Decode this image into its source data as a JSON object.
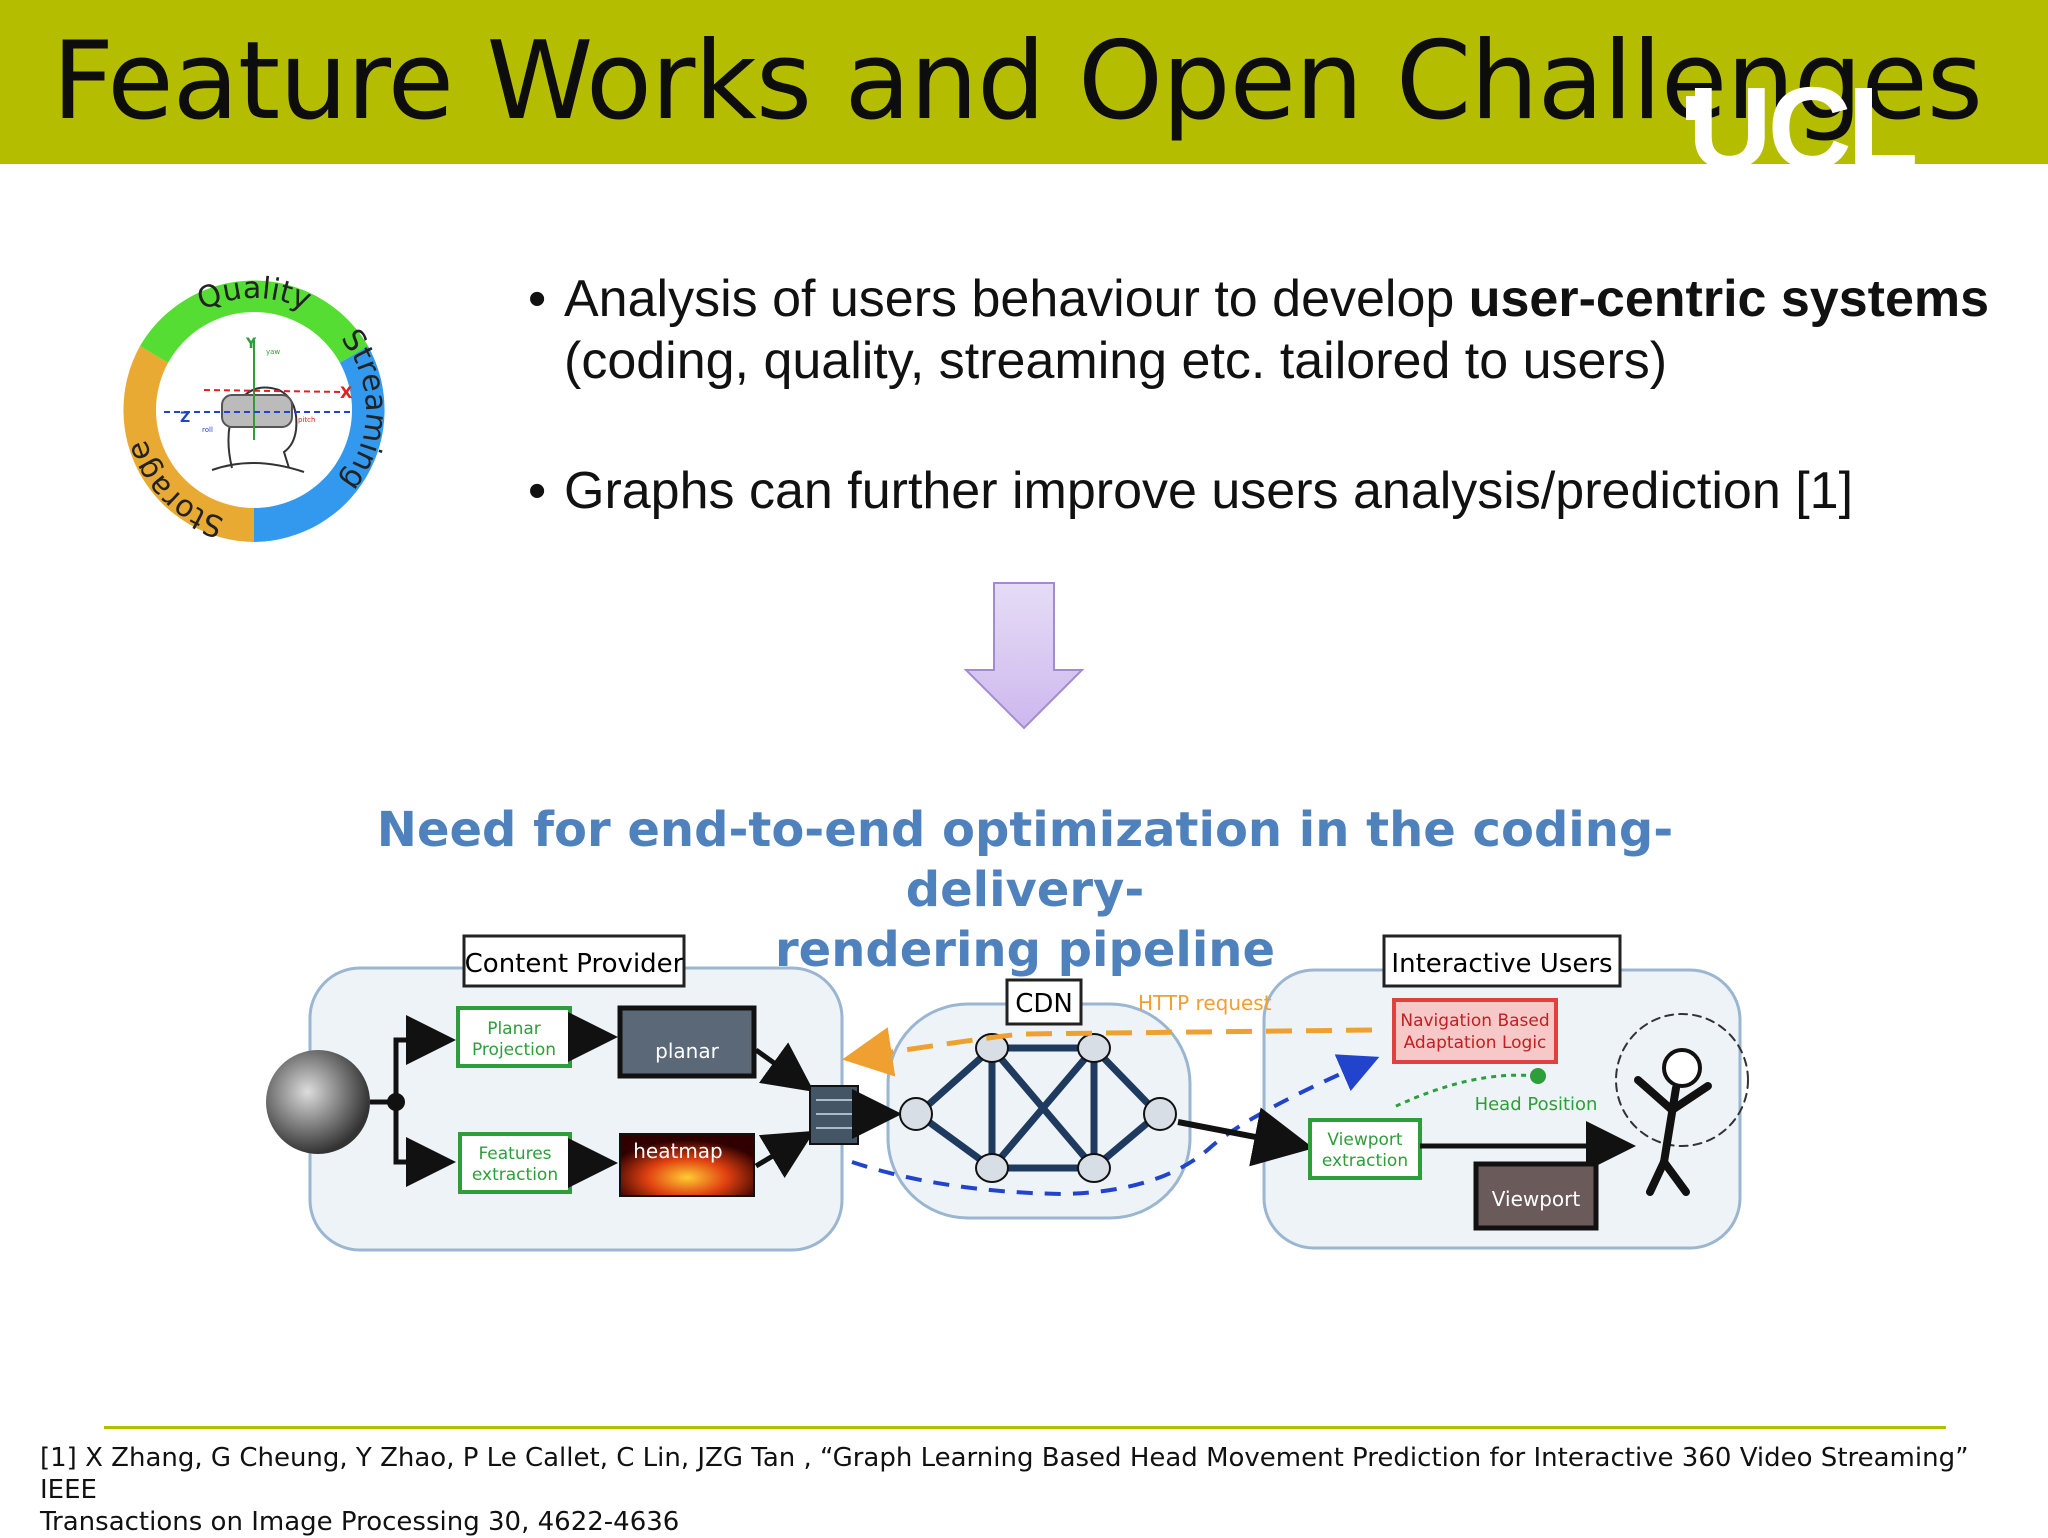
{
  "slide": {
    "title": "Feature Works and Open Challenges",
    "logo_text": "UCL"
  },
  "cycle": {
    "segments": [
      {
        "label": "Quality",
        "color": "#55dd33"
      },
      {
        "label": "Streaming",
        "color": "#3399ee"
      },
      {
        "label": "Storage",
        "color": "#e8aa33"
      }
    ],
    "axis_labels": {
      "y": "Y",
      "x": "X",
      "z": "Z",
      "yaw": "yaw",
      "pitch": "pitch",
      "roll": "roll"
    }
  },
  "bullets": {
    "b1_part1": "Analysis of users behaviour to develop ",
    "b1_bold": "user-centric systems",
    "b1_part2": " (coding, quality, streaming etc. tailored to users)",
    "b2": "Graphs can further improve users analysis/prediction [1]"
  },
  "headline": {
    "line1": "Need for end-to-end optimization in the coding-delivery-",
    "line2": "rendering pipeline"
  },
  "diagram": {
    "content_provider": "Content Provider",
    "planar_projection_1": "Planar",
    "planar_projection_2": "Projection",
    "features_extraction_1": "Features",
    "features_extraction_2": "extraction",
    "planar_image": "planar",
    "heatmap_image": "heatmap",
    "cdn": "CDN",
    "http_request": "HTTP request",
    "interactive_users": "Interactive Users",
    "nav_logic_1": "Navigation Based",
    "nav_logic_2": "Adaptation Logic",
    "head_position": "Head Position",
    "viewport_extraction_1": "Viewport",
    "viewport_extraction_2": "extraction",
    "viewport_image": "Viewport",
    "colors": {
      "green": "#2e9e3a",
      "orange": "#f0a030",
      "blue": "#2244cc",
      "red": "#e04040"
    }
  },
  "footer": {
    "citation_line1": "[1] X Zhang, G Cheung, Y Zhao, P Le Callet, C Lin, JZG Tan , “Graph Learning Based Head Movement Prediction for Interactive 360 Video Streaming” IEEE",
    "citation_line2": "Transactions on Image Processing 30, 4622-4636"
  }
}
